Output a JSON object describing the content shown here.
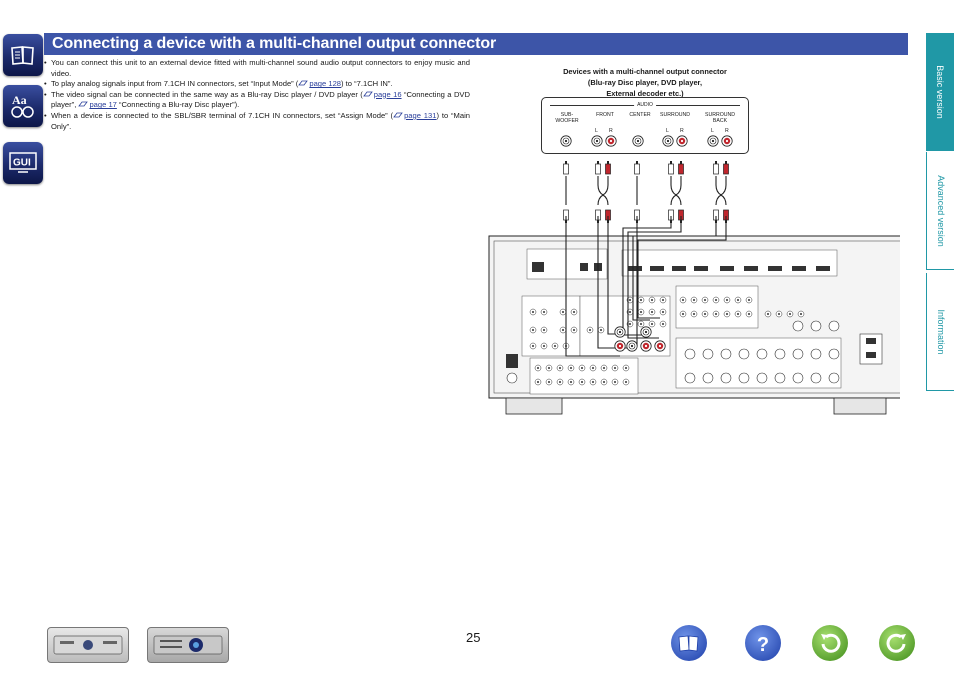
{
  "title": "Connecting a device with a multi-channel output connector",
  "bullets": {
    "b1": "You can connect this unit to an external device fitted with multi-channel sound audio output connectors to enjoy music and video.",
    "b2_pre": "To play analog signals input from 7.1CH IN connectors, set “Input Mode” (",
    "b2_link": "page 128",
    "b2_post": ") to “7.1CH IN”.",
    "b3_pre": "The video signal can be connected in the same way as a Blu-ray Disc player / DVD player (",
    "b3_link1": "page 16",
    "b3_mid": " “Connecting a DVD player”, ",
    "b3_link2": "page 17",
    "b3_post": " “Connecting a Blu-ray Disc player”).",
    "b4_pre": "When a device is connected to the SBL/SBR terminal of 7.1CH IN connectors, set “Assign Mode” (",
    "b4_link": "page 131",
    "b4_post": ") to “Main Only”."
  },
  "diagram": {
    "title_line1": "Devices with a multi-channel output connector",
    "title_line2": "(Blu-ray Disc player, DVD player,",
    "title_line3": "External decoder etc.)",
    "audio_label": "AUDIO",
    "channels": {
      "subwoofer": "SUB-\nWOOFER",
      "front": "FRONT",
      "center": "CENTER",
      "surround": "SURROUND",
      "surround_back": "SURROUND\nBACK"
    },
    "l": "L",
    "r": "R"
  },
  "side_tabs": [
    "Basic version",
    "Advanced version",
    "Information"
  ],
  "page_number": "25",
  "icons": [
    "book-icon",
    "font-aa-icon",
    "gui-icon",
    "receiver-front-icon",
    "receiver-rear-icon",
    "manual-book-icon",
    "help-icon",
    "back-icon",
    "forward-icon"
  ],
  "colors": {
    "title_bar": "#3d55a8",
    "tab_active": "#2098a6",
    "rca_red": "#c0262d"
  }
}
